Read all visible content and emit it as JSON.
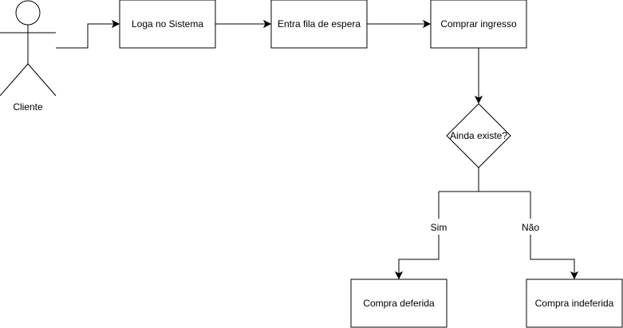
{
  "actor": {
    "label": "Cliente"
  },
  "nodes": {
    "login": "Loga no Sistema",
    "queue": "Entra fila de espera",
    "buy": "Comprar ingresso",
    "decision": "Ainda existe?",
    "approved": "Compra deferida",
    "rejected": "Compra indeferida"
  },
  "branches": {
    "yes": "Sim",
    "no": "Não"
  },
  "edges": [
    {
      "from": "actor",
      "to": "login"
    },
    {
      "from": "login",
      "to": "queue"
    },
    {
      "from": "queue",
      "to": "buy"
    },
    {
      "from": "buy",
      "to": "decision"
    },
    {
      "from": "decision",
      "to": "approved",
      "label": "Sim"
    },
    {
      "from": "decision",
      "to": "rejected",
      "label": "Não"
    }
  ]
}
